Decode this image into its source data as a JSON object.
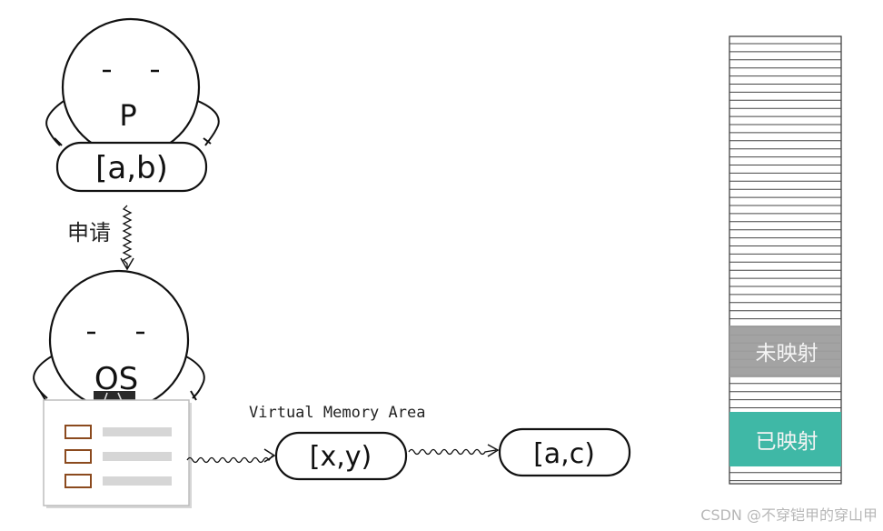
{
  "process": {
    "face_letter": "P",
    "range_label": "[a,b)"
  },
  "request_label": "申请",
  "os": {
    "face_letter": "OS"
  },
  "vma_caption": "Virtual Memory Area",
  "vma_boxes": [
    "[x,y)",
    "[a,c)"
  ],
  "memory": {
    "unmapped_label": "未映射",
    "mapped_label": "已映射",
    "colors": {
      "unmapped": "#9e9e9e",
      "mapped": "#3fb8a6"
    }
  },
  "watermark": "CSDN @不穿铠甲的穿山甲"
}
